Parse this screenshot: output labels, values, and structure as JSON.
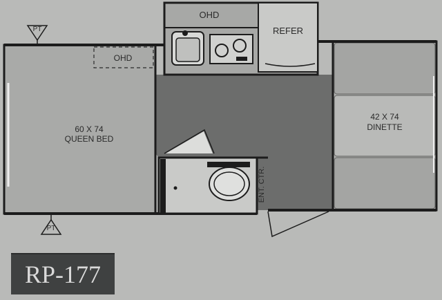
{
  "model": "RP-177",
  "labels": {
    "ohd_kitchen": "OHD",
    "refer": "REFER",
    "ohd_bed": "OHD",
    "bed_size": "60 X 74",
    "bed_name": "QUEEN BED",
    "dinette_size": "42 X 74",
    "dinette_name": "DINETTE",
    "entry": "ENT. CTR.",
    "pt_top": "PT",
    "pt_bottom": "PT"
  },
  "colors": {
    "background": "#b9bab8",
    "bed_fill": "#a9aaa8",
    "floor": "#6c6d6c",
    "wall": "#1c1c1c",
    "model_box": "#3f4141",
    "model_text": "#d9d9d9"
  }
}
